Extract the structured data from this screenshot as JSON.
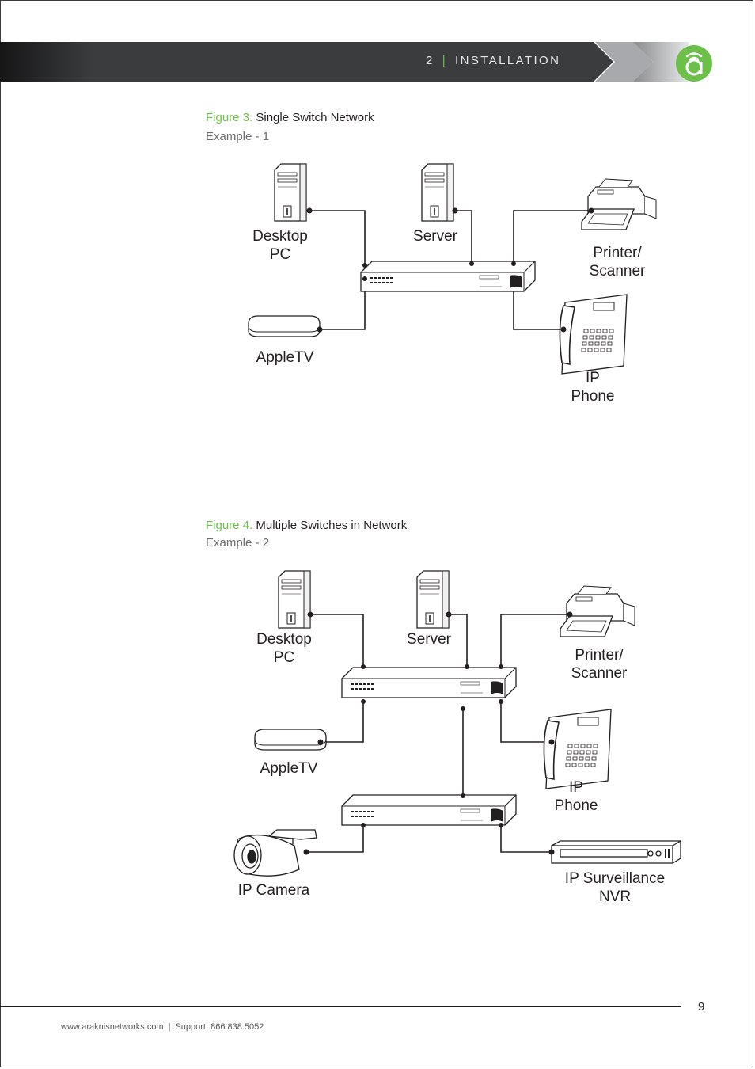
{
  "header": {
    "chapter_number": "2",
    "separator": "|",
    "chapter_title": "INSTALLATION",
    "logo_letter": "a"
  },
  "figure3": {
    "number": "Figure 3.",
    "title": "Single Switch Network",
    "subtitle": "Example - 1",
    "labels": {
      "desktop_line1": "Desktop",
      "desktop_line2": "PC",
      "server": "Server",
      "printer_line1": "Printer/",
      "printer_line2": "Scanner",
      "appletv": "AppleTV",
      "phone_line1": "IP",
      "phone_line2": "Phone"
    }
  },
  "figure4": {
    "number": "Figure 4.",
    "title": "Multiple Switches in Network",
    "subtitle": "Example - 2",
    "labels": {
      "desktop_line1": "Desktop",
      "desktop_line2": "PC",
      "server": "Server",
      "printer_line1": "Printer/",
      "printer_line2": "Scanner",
      "appletv": "AppleTV",
      "phone_line1": "IP",
      "phone_line2": "Phone",
      "camera": "IP Camera",
      "nvr_line1": "IP Surveillance",
      "nvr_line2": "NVR"
    }
  },
  "footer": {
    "website": "www.araknisnetworks.com",
    "separator": "|",
    "support": "Support: 866.838.5052",
    "page_number": "9"
  },
  "colors": {
    "accent_green": "#6cc04a",
    "header_dark": "#3b3c3e",
    "text": "#231f20",
    "gray_text": "#6d6e71"
  }
}
